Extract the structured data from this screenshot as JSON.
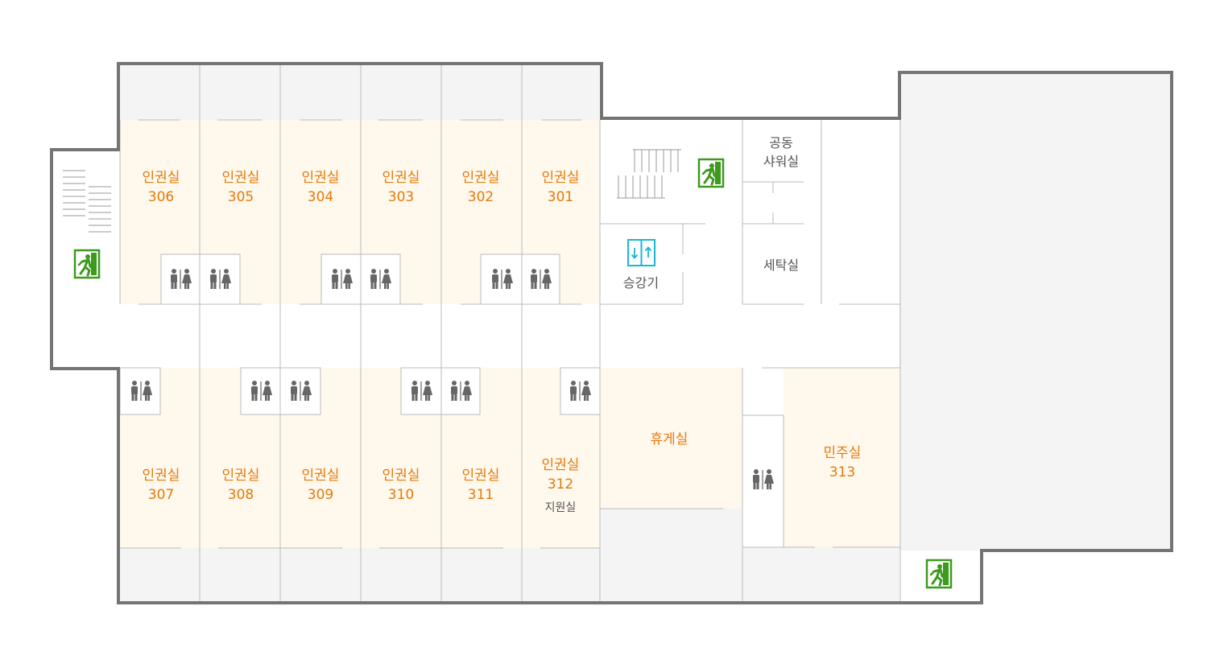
{
  "floor": {
    "rooms_top": [
      {
        "name": "인권실",
        "number": "306"
      },
      {
        "name": "인권실",
        "number": "305"
      },
      {
        "name": "인권실",
        "number": "304"
      },
      {
        "name": "인권실",
        "number": "303"
      },
      {
        "name": "인권실",
        "number": "302"
      },
      {
        "name": "인권실",
        "number": "301"
      }
    ],
    "rooms_bottom": [
      {
        "name": "인권실",
        "number": "307"
      },
      {
        "name": "인권실",
        "number": "308"
      },
      {
        "name": "인권실",
        "number": "309"
      },
      {
        "name": "인권실",
        "number": "310"
      },
      {
        "name": "인권실",
        "number": "311"
      },
      {
        "name": "인권실",
        "number": "312",
        "sub": "지원실"
      }
    ],
    "shower": {
      "line1": "공동",
      "line2": "샤워실"
    },
    "laundry": "세탁실",
    "elevator": "승강기",
    "lounge": "휴게실",
    "democracy": {
      "name": "민주실",
      "number": "313"
    }
  },
  "icons": {
    "exit": "emergency-exit-icon",
    "restroom": "restroom-icon",
    "elevator": "elevator-icon",
    "stairs": "stairs-icon"
  },
  "colors": {
    "room_fill": "#FFF8EC",
    "room_text": "#E47A0C",
    "wall": "#747474",
    "corridor_fill": "#F4F4F4",
    "exit_green": "#3E9A1E",
    "elevator_cyan": "#19B6D8",
    "text_gray": "#555555"
  }
}
